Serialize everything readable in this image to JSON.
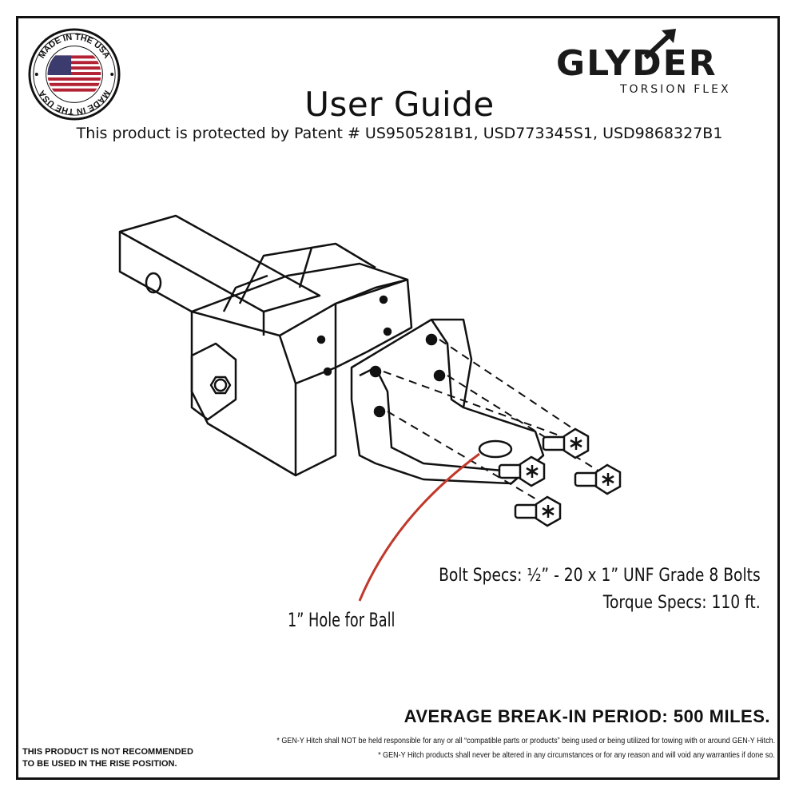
{
  "badge": {
    "text": "MADE IN THE USA",
    "label": "made-in-usa-seal"
  },
  "brand": {
    "name": "GLYDER",
    "tagline": "TORSION FLEX",
    "icon": "arrow-up-right-icon"
  },
  "header": {
    "title": "User Guide",
    "patent": "This product is protected by Patent # US9505281B1, USD773345S1, USD9868327B1"
  },
  "diagram": {
    "hole_label": "1”  Hole for Ball",
    "bolt_specs": "Bolt Specs: ¹⁄₂” - 20 x 1” UNF Grade 8 Bolts",
    "torque_specs": "Torque Specs: 110 ft.",
    "leader_color": "#c0392b"
  },
  "footer": {
    "break_in": "AVERAGE BREAK-IN PERIOD: 500 MILES.",
    "disclaimer_1": "* GEN-Y Hitch shall NOT be held responsible for any or all “compatible parts or products” being used or being utilized for towing with or around GEN-Y Hitch.",
    "disclaimer_2": "* GEN-Y Hitch products shall never be altered in any circumstances or for any reason and will void any warranties if done so.",
    "warning_line_1": "THIS PRODUCT IS NOT RECOMMENDED",
    "warning_line_2": "TO BE USED IN THE RISE POSITION."
  }
}
